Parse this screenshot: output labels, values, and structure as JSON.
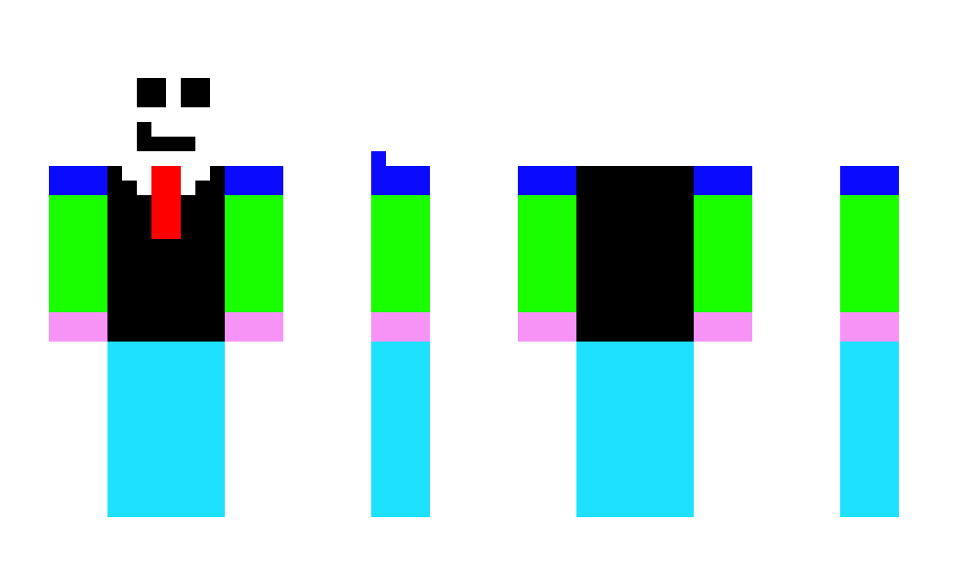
{
  "palette": {
    "background": "#ffffff",
    "cap": "#0a0aff",
    "sleeve": "#19ff00",
    "hand": "#f793f7",
    "suit": "#000000",
    "leg": "#1de1ff",
    "tie": "#ff0000",
    "face": "#000000",
    "shirt": "#ffffff"
  },
  "views": [
    {
      "name": "front-view"
    },
    {
      "name": "side-view-left"
    },
    {
      "name": "back-view"
    },
    {
      "name": "side-view-right"
    }
  ]
}
